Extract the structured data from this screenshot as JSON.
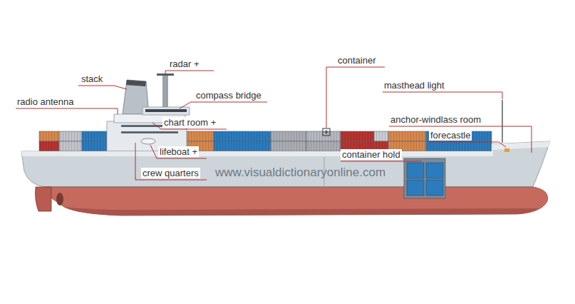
{
  "diagram": {
    "labels": [
      "radar +",
      "stack",
      "radio antenna",
      "compass bridge",
      "container",
      "masthead light",
      "chart room +",
      "anchor-windlass room",
      "forecastle",
      "lifeboat +",
      "container hold",
      "crew quarters",
      "www.visualdictionaryonline.com"
    ]
  }
}
